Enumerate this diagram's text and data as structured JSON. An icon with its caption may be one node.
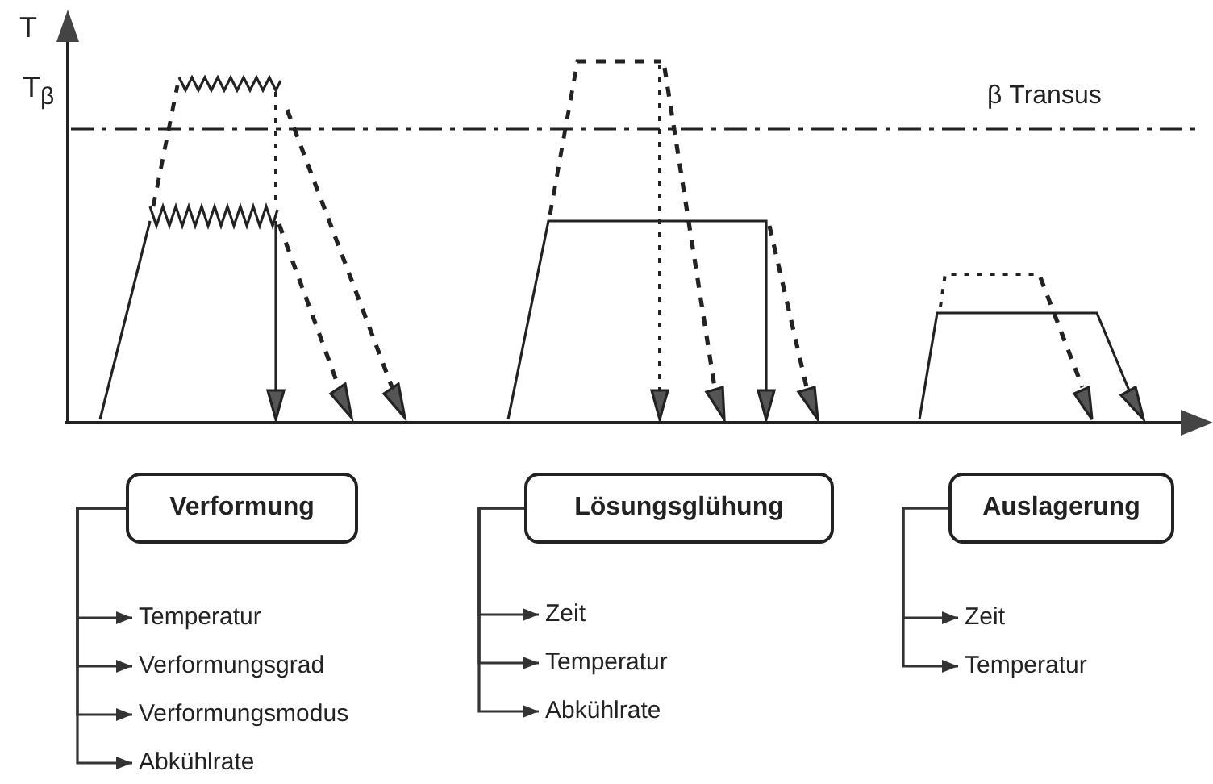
{
  "diagram": {
    "nodes": [
      {
        "text": [
          "Verformung"
        ]
      },
      {
        "text": [
          "Temperatur"
        ]
      },
      {
        "text": [
          "Verformungsgrad"
        ]
      },
      {
        "text": [
          "Verformungsmodus"
        ]
      },
      {
        "text": [
          "Abkühlrate"
        ]
      },
      {
        "text": [
          "Lösungsglühung"
        ]
      },
      {
        "text": [
          "Zeit"
        ]
      },
      {
        "text": [
          "Temperatur"
        ]
      },
      {
        "text": [
          "Abkühlrate"
        ]
      },
      {
        "text": [
          "Auslagerung"
        ]
      },
      {
        "text": [
          "Zeit"
        ]
      },
      {
        "text": [
          "Temperatur"
        ]
      }
    ],
    "edges": [
      {
        "from": 0,
        "to": 1,
        "arrow": "to"
      },
      {
        "from": 0,
        "to": 2,
        "arrow": "to"
      },
      {
        "from": 0,
        "to": 3,
        "arrow": "to"
      },
      {
        "from": 0,
        "to": 4,
        "arrow": "to"
      },
      {
        "from": 5,
        "to": 6,
        "arrow": "to"
      },
      {
        "from": 5,
        "to": 7,
        "arrow": "to"
      },
      {
        "from": 5,
        "to": 8,
        "arrow": "to"
      },
      {
        "from": 9,
        "to": 10,
        "arrow": "to"
      },
      {
        "from": 9,
        "to": 11,
        "arrow": "to"
      }
    ],
    "labels": [
      "T",
      "T$_{β}$",
      "β Transus"
    ]
  }
}
